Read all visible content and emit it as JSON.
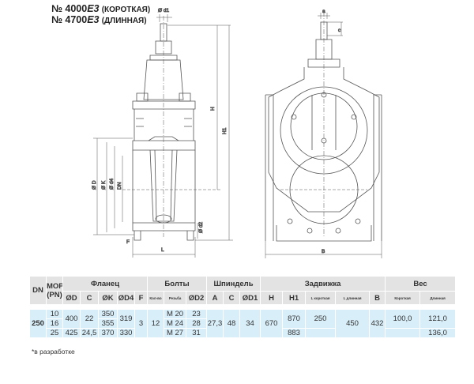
{
  "titles": {
    "short": {
      "prefix": "№ 4000",
      "model": "E3",
      "label": "(КОРОТКАЯ)"
    },
    "long": {
      "prefix": "№ 4700",
      "model": "E3",
      "label": "(ДЛИННАЯ)"
    }
  },
  "drawing_labels": {
    "d1": "Ø d1",
    "H": "H",
    "H1": "H1",
    "D": "Ø D",
    "K": "Ø K",
    "d4": "Ø d4",
    "DN": "DN",
    "d2": "Ø d2",
    "L": "L",
    "F": "F",
    "a": "a",
    "c": "c",
    "B": "B"
  },
  "table": {
    "headers": {
      "dn": "DN",
      "mop": "MOP (PN)",
      "flange": "Фланец",
      "bolts": "Болты",
      "spindle": "Шпиндель",
      "valve": "Задвижка",
      "weight": "Вес"
    },
    "subheaders": [
      "ØD",
      "C",
      "ØK",
      "ØD4",
      "F",
      "Кол-во",
      "Резьба",
      "ØD2",
      "A",
      "C",
      "ØD1",
      "H",
      "H1",
      "L короткая",
      "L длинная",
      "B",
      "Короткая",
      "Длинная"
    ],
    "dn": "250",
    "pn": [
      "10",
      "16",
      "25"
    ],
    "D": [
      "400",
      "425"
    ],
    "C": [
      "22",
      "24,5"
    ],
    "K": [
      "350",
      "355",
      "370"
    ],
    "D4": [
      "319",
      "330"
    ],
    "F": "3",
    "bolt_count": "12",
    "thread": [
      "M 20",
      "M 24",
      "M 27"
    ],
    "D2": [
      "23",
      "28",
      "31"
    ],
    "A": "27,3",
    "Cs": "48",
    "D1": "34",
    "H": "670",
    "H1": [
      "870",
      "883"
    ],
    "L_short": "250",
    "L_long": "450",
    "B": "432",
    "w_short": "100,0",
    "w_long": [
      "121,0",
      "136,0"
    ]
  },
  "footnote": "*в разработке"
}
